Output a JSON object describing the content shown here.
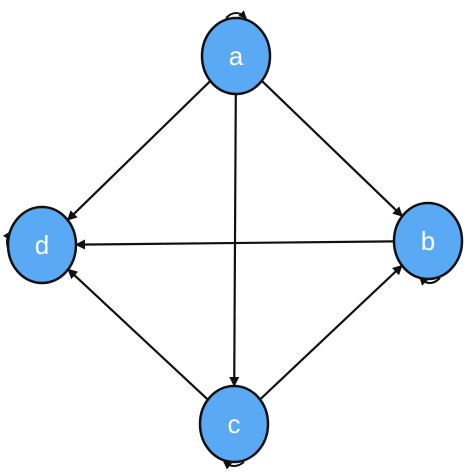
{
  "diagram": {
    "type": "directed-graph",
    "colors": {
      "node_fill": "#5aa9f5",
      "node_stroke": "#111111",
      "edge": "#111111",
      "label": "#ffffff"
    },
    "nodes": [
      {
        "id": "a",
        "label": "a"
      },
      {
        "id": "b",
        "label": "b"
      },
      {
        "id": "c",
        "label": "c"
      },
      {
        "id": "d",
        "label": "d"
      }
    ],
    "edges": [
      {
        "from": "a",
        "to": "d"
      },
      {
        "from": "a",
        "to": "b"
      },
      {
        "from": "a",
        "to": "c"
      },
      {
        "from": "b",
        "to": "d"
      },
      {
        "from": "c",
        "to": "d"
      },
      {
        "from": "c",
        "to": "b"
      }
    ],
    "self_loops": [
      "a",
      "b",
      "c",
      "d"
    ]
  }
}
